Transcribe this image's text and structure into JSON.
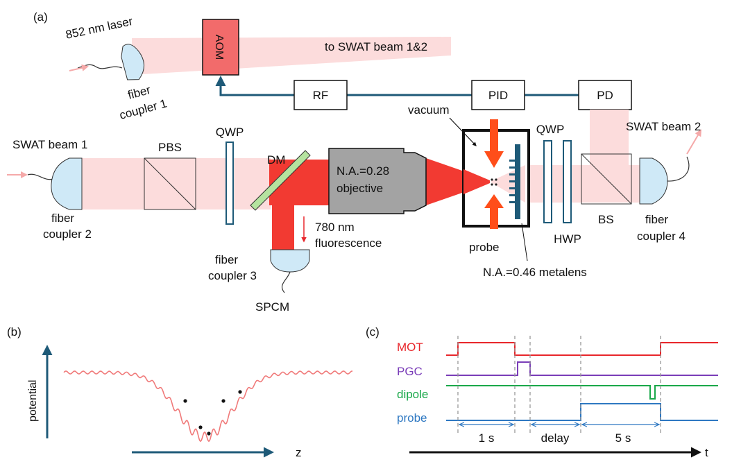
{
  "panel_a": {
    "label": "(a)",
    "laser": "852 nm laser",
    "fc1_line1": "fiber",
    "fc1_line2": "coupler 1",
    "aom": "AOM",
    "to_swat": "to SWAT beam 1&2",
    "rf": "RF",
    "pid": "PID",
    "pd": "PD",
    "vacuum": "vacuum",
    "qwp": "QWP",
    "swat1": "SWAT beam 1",
    "swat2": "SWAT beam 2",
    "pbs": "PBS",
    "dm": "DM",
    "objective_line1": "N.A.=0.28",
    "objective_line2": "objective",
    "fc2_line1": "fiber",
    "fc2_line2": "coupler 2",
    "fluor_line1": "780 nm",
    "fluor_line2": "fluorescence",
    "fc3_line1": "fiber",
    "fc3_line2": "coupler 3",
    "spcm": "SPCM",
    "probe": "probe",
    "hwp": "HWP",
    "bs": "BS",
    "fc4_line1": "fiber",
    "fc4_line2": "coupler 4",
    "metalens": "N.A.=0.46 metalens"
  },
  "panel_b": {
    "label": "(b)",
    "ylabel": "potential",
    "xlabel": "z"
  },
  "panel_c": {
    "label": "(c)",
    "signals": [
      {
        "name": "MOT",
        "color": "#e8262b"
      },
      {
        "name": "PGC",
        "color": "#7a3db8"
      },
      {
        "name": "dipole",
        "color": "#1aa84a"
      },
      {
        "name": "probe",
        "color": "#2e78c2"
      }
    ],
    "intervals": [
      "1 s",
      "delay",
      "5 s"
    ],
    "time_label": "t"
  },
  "colors": {
    "beam_pink": "#fcdcdc",
    "beam_red": "#f23a32",
    "dark_blue": "#1e5a78",
    "coupler_fill": "#cfe9f7",
    "aom_fill": "#f26b6b",
    "objective_fill": "#a3a3a3",
    "dm_fill": "#b5e39f",
    "trap_curve": "#f07a7a"
  }
}
